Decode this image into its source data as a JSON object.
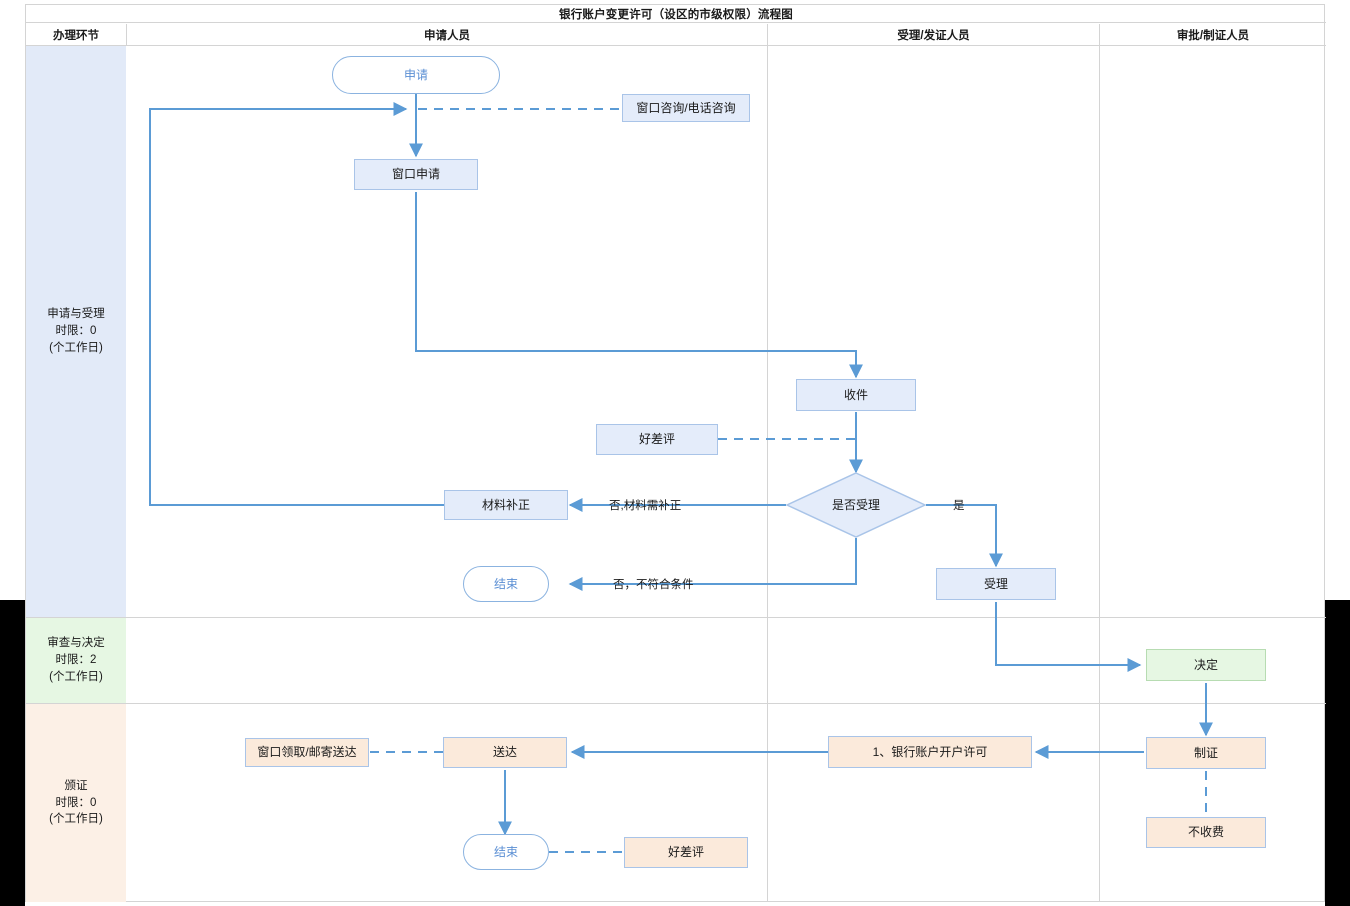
{
  "document": {
    "title": "银行账户变更许可（设区的市级权限）流程图"
  },
  "table": {
    "headers": [
      {
        "label": "办理环节",
        "name": "col-stage"
      },
      {
        "label": "申请人员",
        "name": "col-applicant"
      },
      {
        "label": "受理/发证人员",
        "name": "col-acceptor"
      },
      {
        "label": "审批/制证人员",
        "name": "col-approver"
      }
    ]
  },
  "stages": [
    {
      "name": "stage-apply-accept",
      "lines": [
        "申请与受理",
        "时限：0",
        "(个工作日)"
      ],
      "color": "#e2eaf8"
    },
    {
      "name": "stage-review-decide",
      "lines": [
        "审查与决定",
        "时限：2",
        "(个工作日)"
      ],
      "color": "#e6f7e3"
    },
    {
      "name": "stage-issue-cert",
      "lines": [
        "颁证",
        "时限：0",
        "(个工作日)"
      ],
      "color": "#fcf0e6"
    }
  ],
  "nodes": {
    "start": "申请",
    "consult": "窗口咨询/电话咨询",
    "window_apply": "窗口申请",
    "receive": "收件",
    "rating_top": "好差评",
    "material_fix": "材料补正",
    "decision_accept": "是否受理",
    "end_reject": "结束",
    "accept": "受理",
    "decide": "决定",
    "make_cert": "制证",
    "cert_item": "1、银行账户开户许可",
    "no_fee": "不收费",
    "deliver": "送达",
    "pickup": "窗口领取/邮寄送达",
    "end_done": "结束",
    "rating_bottom": "好差评"
  },
  "edge_labels": {
    "no_need_fix": "否,材料需补正",
    "no_not_qualified": "否，不符合条件",
    "yes": "是"
  },
  "colors": {
    "node_blue_fill": "#e4ecfa",
    "node_orange_fill": "#fbeadb",
    "node_green_fill": "#e6f7e3",
    "node_border": "#a9c4e8",
    "terminal_text": "#5b8fd4",
    "connector": "#5b9bd5",
    "stage_blue": "#e2eaf8",
    "stage_green": "#e6f7e3",
    "stage_orange": "#fcf0e6"
  }
}
